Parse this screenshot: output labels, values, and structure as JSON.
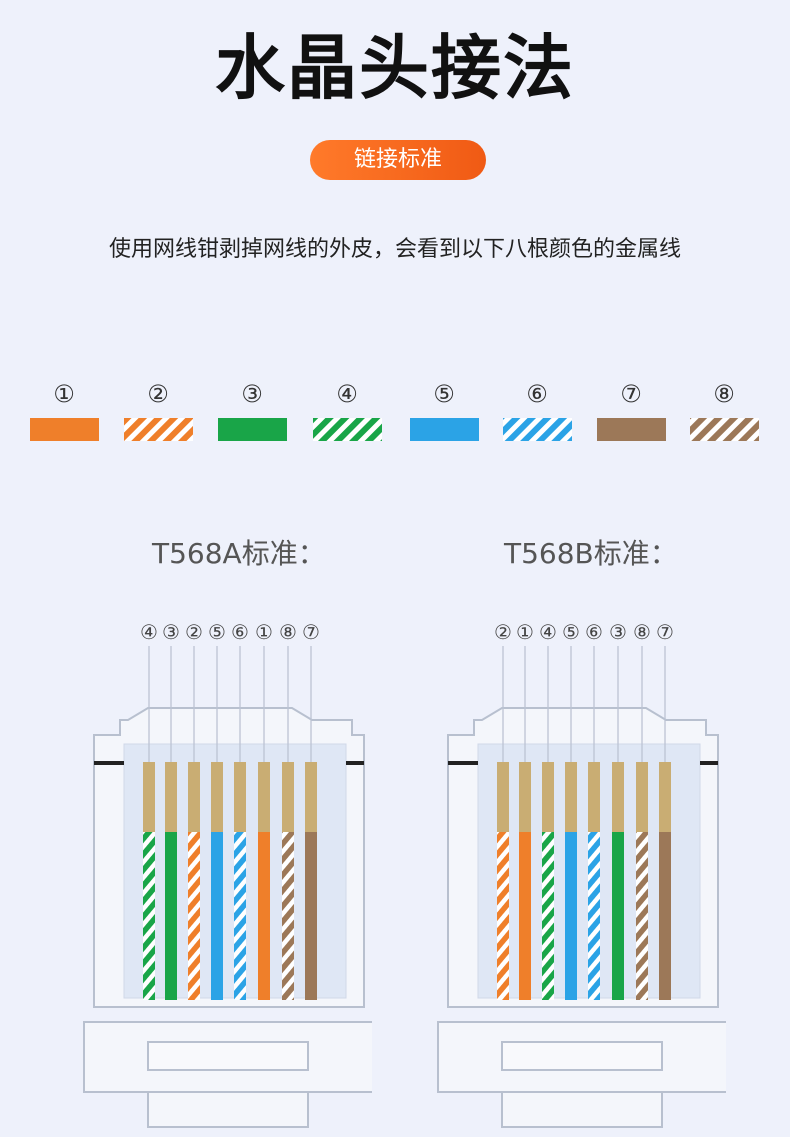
{
  "header": {
    "title": "水晶头接法",
    "badge": "链接标准",
    "description": "使用网线钳剥掉网线的外皮，会看到以下八根颜色的金属线"
  },
  "legend": [
    {
      "num": "①",
      "color": "#ef7f2a",
      "striped": false
    },
    {
      "num": "②",
      "color": "#ef7f2a",
      "striped": true
    },
    {
      "num": "③",
      "color": "#19a548",
      "striped": false
    },
    {
      "num": "④",
      "color": "#19a548",
      "striped": true
    },
    {
      "num": "⑤",
      "color": "#2ba3e6",
      "striped": false
    },
    {
      "num": "⑥",
      "color": "#2ba3e6",
      "striped": true
    },
    {
      "num": "⑦",
      "color": "#9c7858",
      "striped": false
    },
    {
      "num": "⑧",
      "color": "#9c7858",
      "striped": true
    }
  ],
  "standards": [
    {
      "label": "T568A标准：",
      "order": [
        "④",
        "③",
        "②",
        "⑤",
        "⑥",
        "①",
        "⑧",
        "⑦"
      ]
    },
    {
      "label": "T568B标准：",
      "order": [
        "②",
        "①",
        "④",
        "⑤",
        "⑥",
        "③",
        "⑧",
        "⑦"
      ]
    }
  ],
  "colors": {
    "orange": "#ef7f2a",
    "green": "#19a548",
    "blue": "#2ba3e6",
    "brown": "#9c7858",
    "pin": "#c9ad73",
    "title": "#111111"
  }
}
